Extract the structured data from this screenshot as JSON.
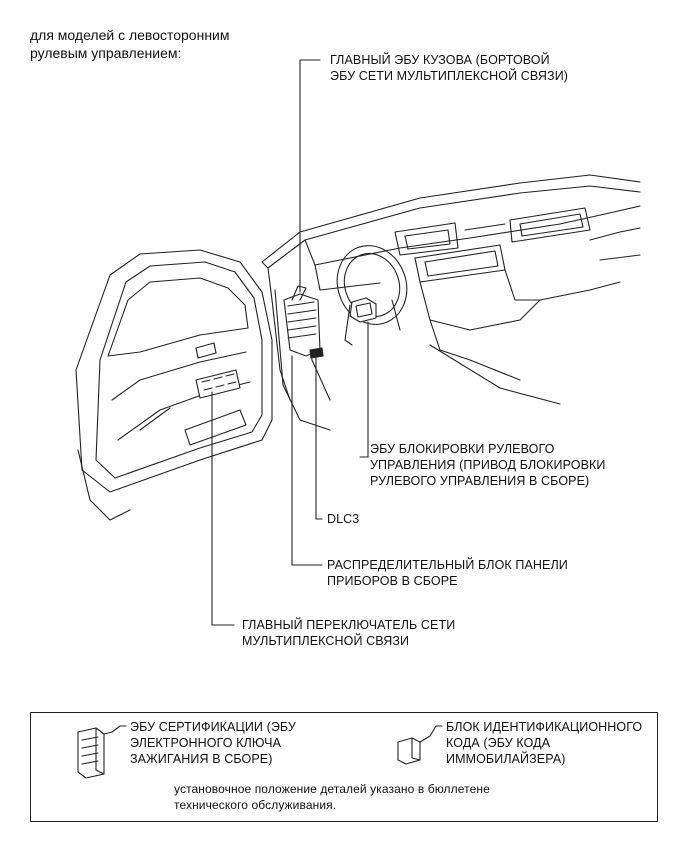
{
  "heading": "для моделей с левосторонним\nрулевым управлением:",
  "callouts": {
    "main_body_ecu": "ГЛАВНЫЙ ЭБУ КУЗОВА (БОРТОВОЙ\nЭБУ СЕТИ МУЛЬТИПЛЕКСНОЙ СВЯЗИ)",
    "steering_lock_ecu": "ЭБУ БЛОКИРОВКИ РУЛЕВОГО\nУПРАВЛЕНИЯ (ПРИВОД БЛОКИРОВКИ\nРУЛЕВОГО УПРАВЛЕНИЯ В СБОРЕ)",
    "dlc3": "DLC3",
    "instrument_panel_junction_block": "РАСПРЕДЕЛИТЕЛЬНЫЙ БЛОК ПАНЕЛИ\nПРИБОРОВ В СБОРЕ",
    "multiplex_master_switch": "ГЛАВНЫЙ ПЕРЕКЛЮЧАТЕЛЬ СЕТИ\nМУЛЬТИПЛЕКСНОЙ СВЯЗИ"
  },
  "legend": {
    "certification_ecu": "ЭБУ СЕРТИФИКАЦИИ (ЭБУ\nЭЛЕКТРОННОГО КЛЮЧА\nЗАЖИГАНИЯ В СБОРЕ)",
    "transponder_key_ecu": "БЛОК ИДЕНТИФИКАЦИОННОГО\nКОДА (ЭБУ КОДА\nИММОБИЛАЙЗЕРА)",
    "note": "установочное положение деталей указано в бюллетене\nтехнического обслуживания."
  }
}
